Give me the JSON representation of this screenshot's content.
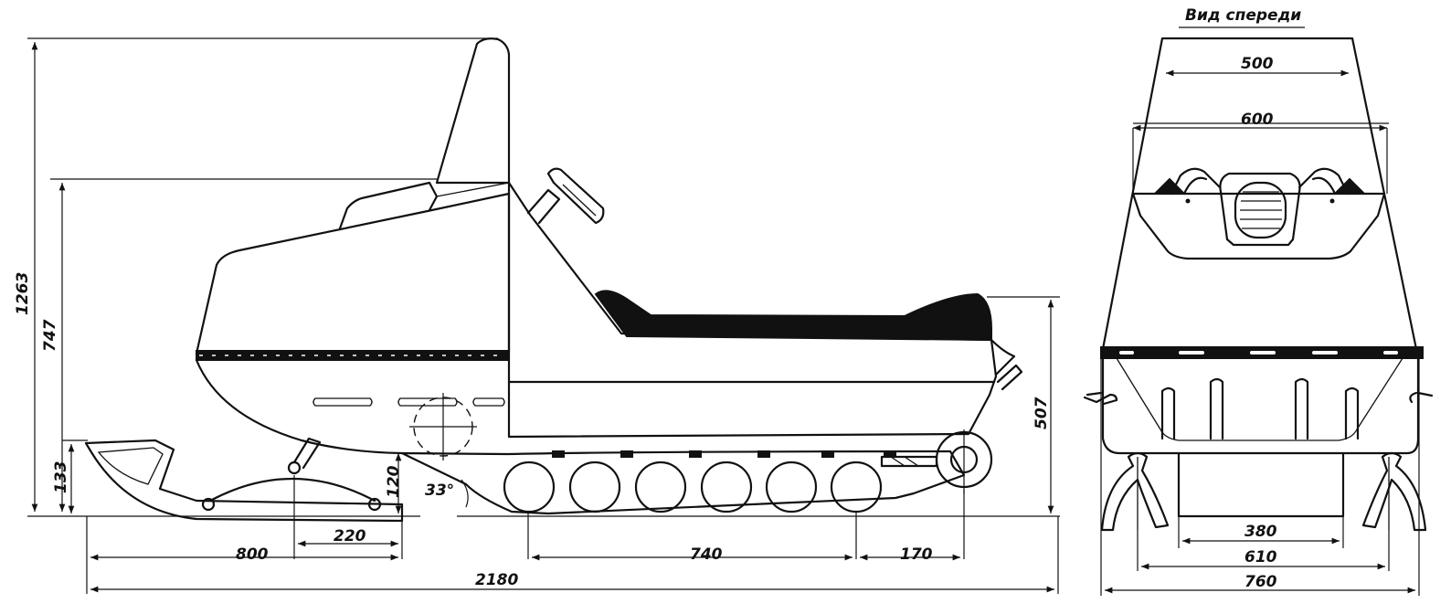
{
  "front_view": {
    "title": "Вид спереди",
    "dims": {
      "top_width": "500",
      "mid_width": "600",
      "inner_width": "380",
      "ski_track": "610",
      "overall_width": "760"
    }
  },
  "side_view": {
    "dims": {
      "overall_height": "1263",
      "body_height": "747",
      "ski_height": "133",
      "clearance": "120",
      "approach_angle": "33°",
      "rear_height": "507",
      "ski_length": "800",
      "ski_spring": "220",
      "bogie_span": "740",
      "rear_offset": "170",
      "overall_length": "2180"
    }
  }
}
